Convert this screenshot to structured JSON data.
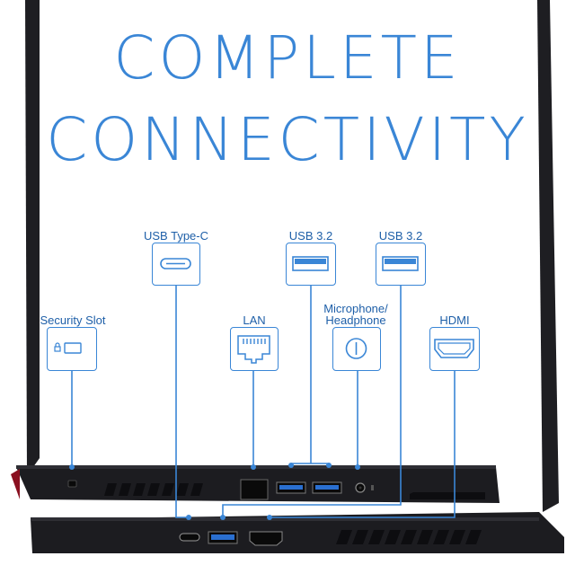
{
  "headline": {
    "line1": "COMPLETE",
    "line2": "CONNECTIVITY"
  },
  "ports": {
    "usb_type_c": "USB Type-C",
    "usb32_a": "USB 3.2",
    "usb32_b": "USB 3.2",
    "security_slot": "Security Slot",
    "lan": "LAN",
    "mic_line1": "Microphone/",
    "mic_line2": "Headphone",
    "hdmi": "HDMI"
  },
  "colors": {
    "accent": "#3a86d6",
    "label": "#1e5fa8",
    "laptop": "#1c1c20",
    "usb_blue": "#2a6fd0"
  }
}
